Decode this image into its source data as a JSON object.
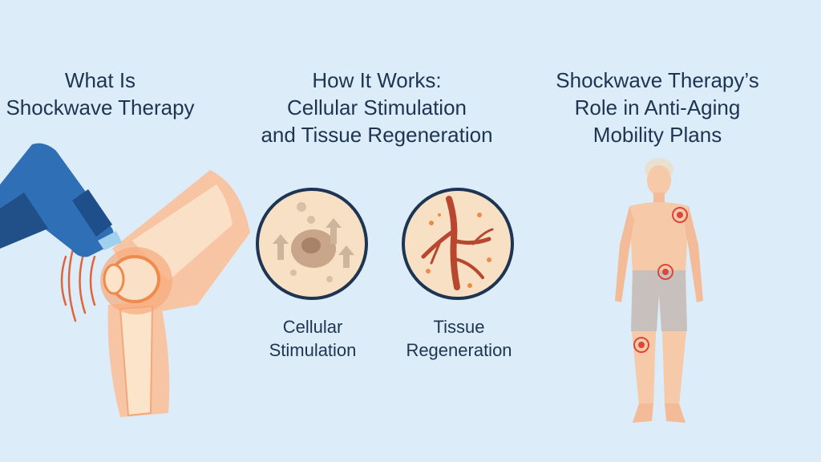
{
  "headings": {
    "what": [
      "What Is",
      "Shockwave Therapy"
    ],
    "how": [
      "How It Works:",
      "Cellular Stimulation",
      "and Tissue Regeneration"
    ],
    "role": [
      "Shockwave Therapy’s",
      "Role in Anti-Aging",
      "Mobility Plans"
    ]
  },
  "captions": {
    "cellular": [
      "Cellular",
      "Stimulation"
    ],
    "tissue": [
      "Tissue",
      "Regeneration"
    ]
  },
  "colors": {
    "background": "#dcecf9",
    "heading_text": "#1d3553",
    "device_blue": "#2e6fb6",
    "skin": "#f6c9a8",
    "joint_highlight": "#f08a4b",
    "vessel": "#b9472f",
    "target_marker": "#d9483b"
  }
}
